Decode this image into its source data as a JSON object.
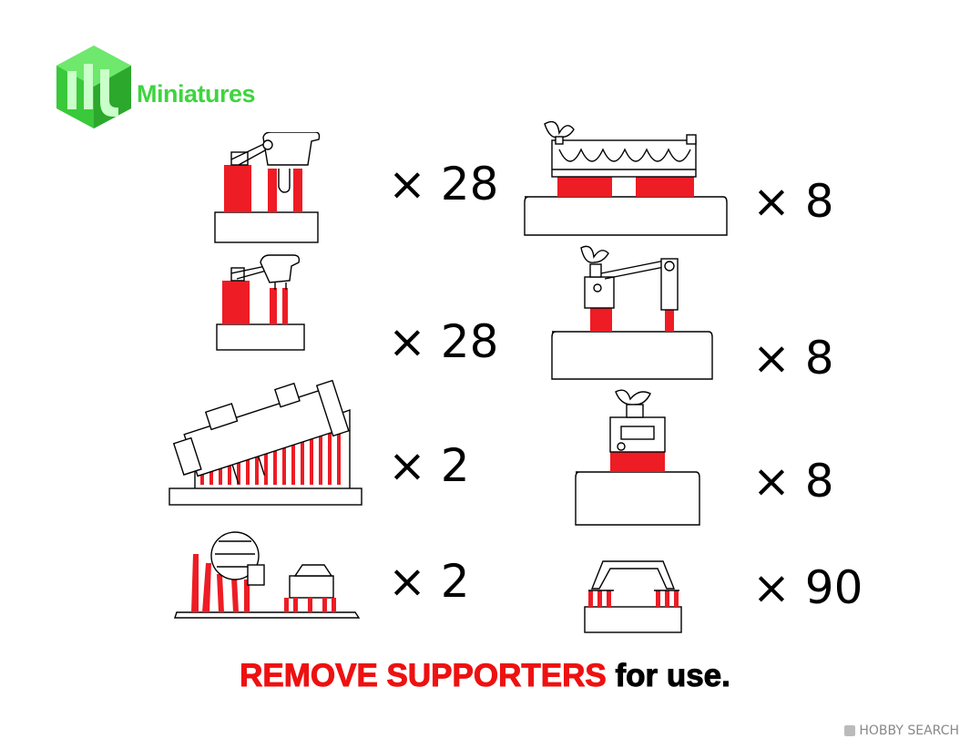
{
  "brand": {
    "logo_text": "Miniatures"
  },
  "items": {
    "left": [
      {
        "quantity": "× 28"
      },
      {
        "quantity": "× 28"
      },
      {
        "quantity": "× 2"
      },
      {
        "quantity": "× 2"
      }
    ],
    "right": [
      {
        "quantity": "× 8"
      },
      {
        "quantity": "× 8"
      },
      {
        "quantity": "× 8"
      },
      {
        "quantity": "× 90"
      }
    ]
  },
  "footer": {
    "emphasis": "REMOVE SUPPORTERS",
    "rest": "for use."
  },
  "watermark": {
    "text": "HOBBY SEARCH"
  },
  "colors": {
    "support_red": "#ee1c24",
    "logo_green": "#3fd43f"
  }
}
